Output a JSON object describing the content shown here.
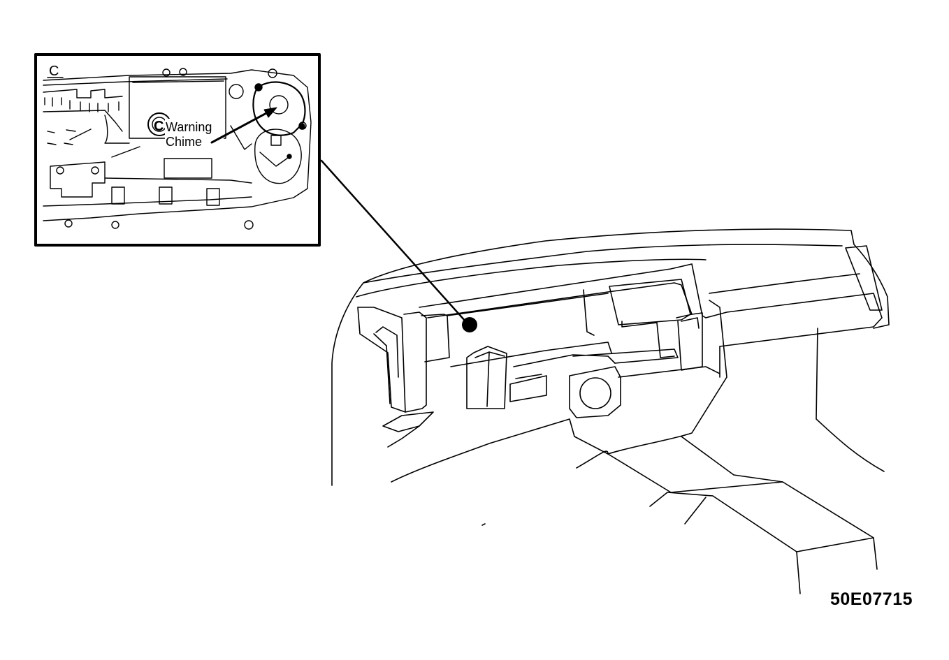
{
  "inset": {
    "view_letter": "C",
    "callout_line1": "Warning",
    "callout_line2": "Chime",
    "icon_letter": "C"
  },
  "figure_id": "50E07715"
}
